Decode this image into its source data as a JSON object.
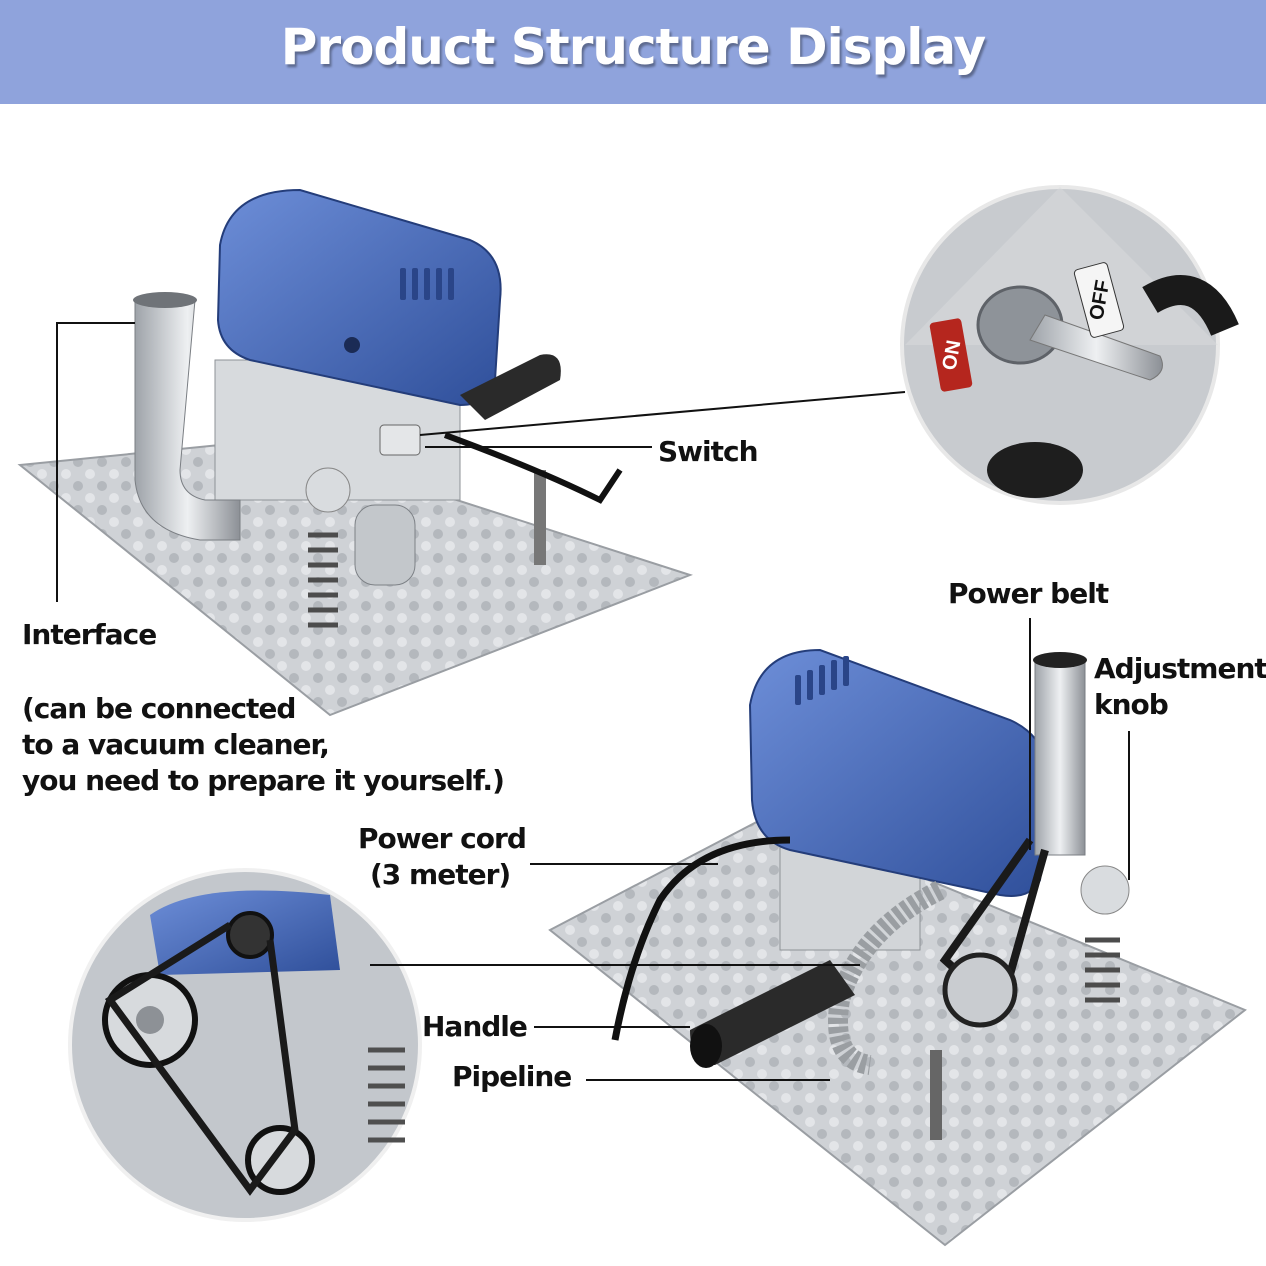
{
  "header": {
    "title": "Product Structure Display"
  },
  "colors": {
    "banner": "#8fa3dc",
    "motor_blue": "#4a6bb8",
    "steel": "#c9ccd0"
  },
  "labels": {
    "switch": "Switch",
    "interface": "Interface",
    "interface_note_1": "(can be connected",
    "interface_note_2": "to a vacuum cleaner,",
    "interface_note_3": "you need to prepare it yourself.)",
    "power_belt": "Power belt",
    "adjustment_knob_1": "Adjustment",
    "adjustment_knob_2": "knob",
    "power_cord_1": "Power cord",
    "power_cord_2": "(3 meter)",
    "handle": "Handle",
    "pipeline": "Pipeline"
  },
  "switch_detail": {
    "on": "ON",
    "off": "OFF"
  }
}
